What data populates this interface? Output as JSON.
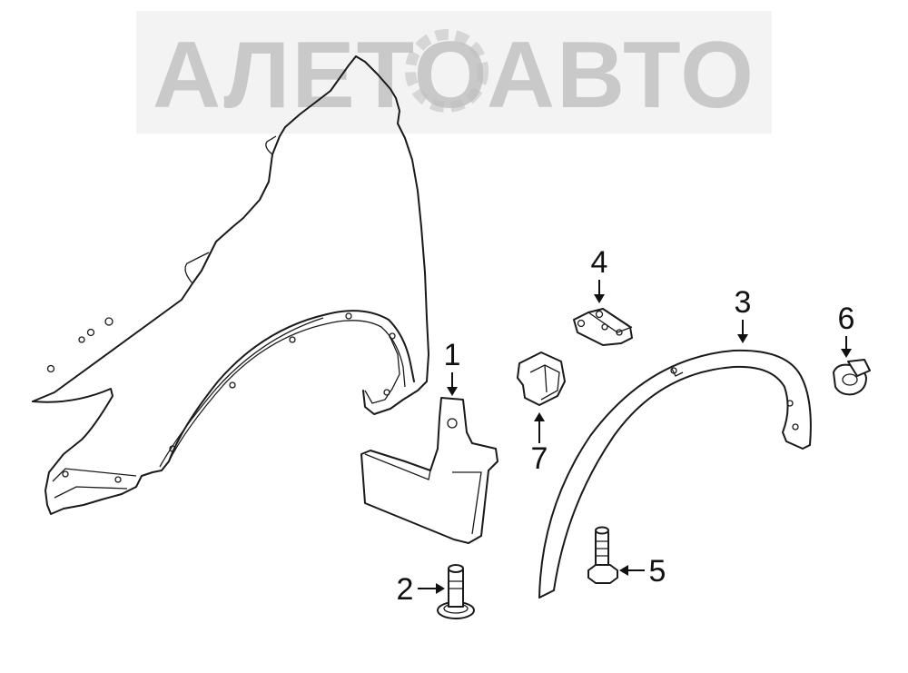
{
  "watermark": {
    "text": "АЛЕТОАВТО",
    "color": "#c9c9c9"
  },
  "callouts": [
    {
      "id": "1",
      "label": "1",
      "part": "mud-flap"
    },
    {
      "id": "2",
      "label": "2",
      "part": "clip-pin"
    },
    {
      "id": "3",
      "label": "3",
      "part": "wheel-arch-molding"
    },
    {
      "id": "4",
      "label": "4",
      "part": "mounting-bracket"
    },
    {
      "id": "5",
      "label": "5",
      "part": "bolt"
    },
    {
      "id": "6",
      "label": "6",
      "part": "push-clip"
    },
    {
      "id": "7",
      "label": "7",
      "part": "retainer-bracket"
    }
  ],
  "colors": {
    "line": "#1a1a1a",
    "background": "#ffffff"
  }
}
